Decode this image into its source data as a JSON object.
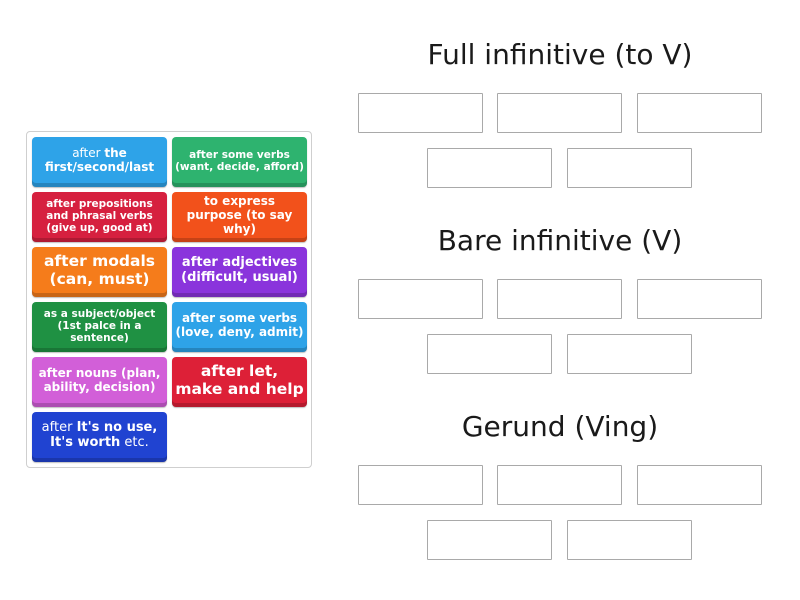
{
  "card_bank": {
    "cards": [
      {
        "id": "c1",
        "parts": [
          {
            "t": "after ",
            "b": false
          },
          {
            "t": "the first/second/last",
            "b": true
          }
        ],
        "color": "#2ea3e8",
        "size": "fs-md"
      },
      {
        "id": "c2",
        "text": "after some verbs (want, decide, afford)",
        "color": "#2eb36f",
        "size": "fs-sm"
      },
      {
        "id": "c3",
        "text": "after prepositions and phrasal verbs (give up, good at)",
        "color": "#d6203f",
        "size": "fs-sm"
      },
      {
        "id": "c4",
        "text": "to express purpose (to say why)",
        "color": "#f2511b",
        "size": "fs-md"
      },
      {
        "id": "c5",
        "text": "after modals (can, must)",
        "color": "#f57c1b",
        "size": "fs-lg"
      },
      {
        "id": "c6",
        "text": "after adjectives (difficult, usual)",
        "color": "#8a34dc",
        "size": "fs-mid"
      },
      {
        "id": "c7",
        "text": "as a subject/object (1st palce in a sentence)",
        "color": "#1f9143",
        "size": "fs-sm"
      },
      {
        "id": "c8",
        "text": "after some verbs (love, deny, admit)",
        "color": "#2ea3e8",
        "size": "fs-md"
      },
      {
        "id": "c9",
        "text": "after nouns (plan, ability, decision)",
        "color": "#d25fd8",
        "size": "fs-md"
      },
      {
        "id": "c10",
        "text": "after let, make and help",
        "color": "#dd2037",
        "size": "fs-lg"
      },
      {
        "id": "c11",
        "parts": [
          {
            "t": "after ",
            "b": false
          },
          {
            "t": "It's no use, It's worth",
            "b": true
          },
          {
            "t": " etc.",
            "b": false
          }
        ],
        "color": "#2043d1",
        "size": "fs-mid"
      }
    ]
  },
  "groups": [
    {
      "title": "Full infinitive (to V)",
      "slots": 5
    },
    {
      "title": "Bare infinitive (V)",
      "slots": 5
    },
    {
      "title": "Gerund (Ving)",
      "slots": 5
    }
  ]
}
